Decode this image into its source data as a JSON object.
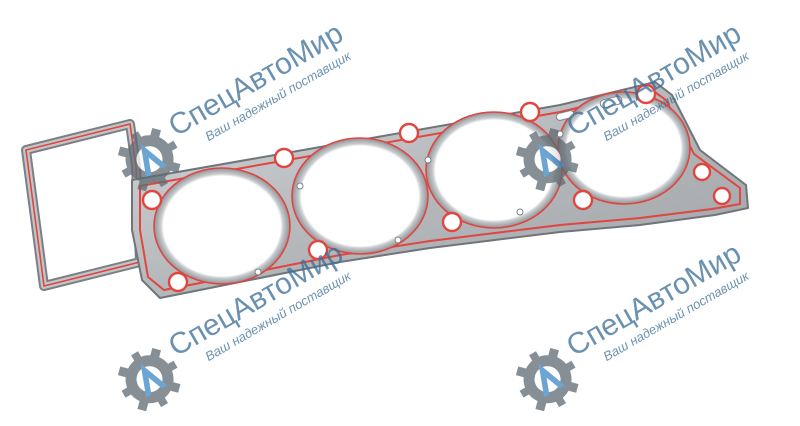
{
  "image": {
    "subject": "cylinder-head-gasket",
    "background": "#ffffff",
    "gasket_steel": "#b9bcbf",
    "gasket_seal": "#e0463f"
  },
  "watermark": {
    "brand": "СпецАвтоМир",
    "slogan": "Ваш надежный поставщик",
    "color": "#3a6d96",
    "icon_dark": "#606a73",
    "icon_accent": "#3b86c4",
    "opacity": 0.75
  }
}
